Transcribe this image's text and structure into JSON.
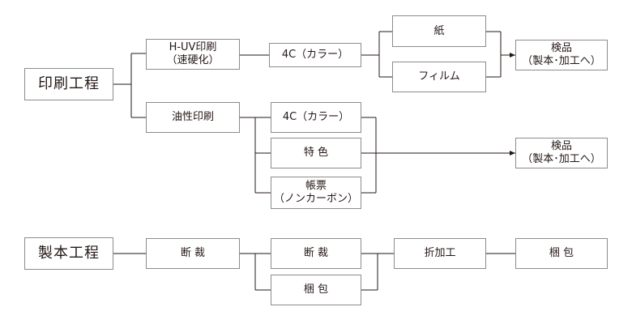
{
  "printing": {
    "process": "印刷工程",
    "huv": {
      "line1": "H-UV印刷",
      "line2": "（速硬化）"
    },
    "huv_color": "4C（カラー）",
    "paper": "紙",
    "film": "フィルム",
    "inspection_1": {
      "line1": "検品",
      "line2": "（製本･加工へ）"
    },
    "oil": "油性印刷",
    "oil_color": "4C（カラー）",
    "special_color": "特 色",
    "ledger": {
      "line1": "帳票",
      "line2": "（ノンカーボン）"
    },
    "inspection_2": {
      "line1": "検品",
      "line2": "（製本･加工へ）"
    }
  },
  "binding": {
    "process": "製本工程",
    "cutting_1": "断 裁",
    "cutting_2": "断 裁",
    "packing_1": "梱 包",
    "folding": "折加工",
    "packing_2": "梱 包"
  }
}
